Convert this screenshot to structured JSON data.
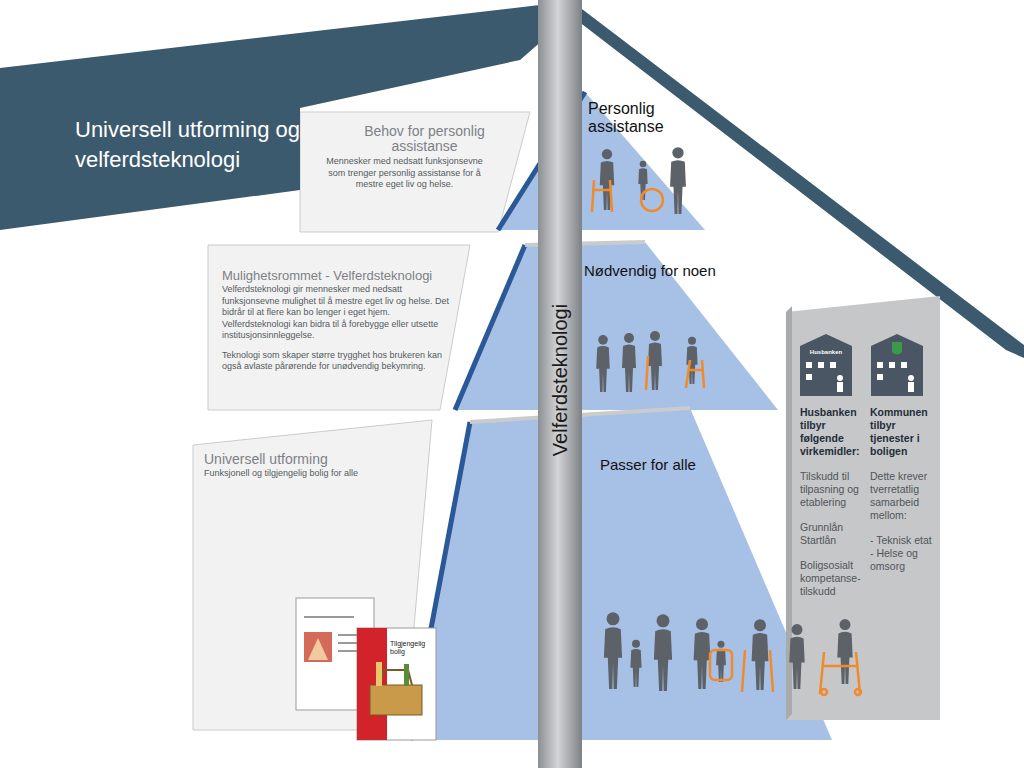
{
  "diagram": {
    "title": "Universell utforming og velferdsteknologi",
    "nodes": [
      {
        "text": [
          "Behov for personlig assistanse",
          "Mennesker med nedsatt funksjonsevne som trenger personlig assistanse for å mestre eget liv og helse."
        ]
      },
      {
        "text": [
          "Mulighetsrommet - Velferdsteknologi",
          "Velferdsteknologi gir mennesker med nedsatt funksjonsevne mulighet til å mestre eget liv og helse. Det bidrår til at flere kan bo lenger i eget hjem. Velferdsteknologi kan bidra til å forebygge eller utsette institusjonsinnleggelse.",
          "Teknologi som skaper større trygghet hos brukeren kan også avlaste pårørende for unødvendig bekymring."
        ]
      },
      {
        "text": [
          "Universell utforming",
          "Funksjonell og tilgjengelig bolig for alle"
        ]
      },
      {
        "text": [
          "Personlig assistanse"
        ]
      },
      {
        "text": [
          "Nødvendig for noen"
        ]
      },
      {
        "text": [
          "Passer for alle"
        ]
      },
      {
        "text": [
          "Velferdsteknologi"
        ]
      },
      {
        "text": [
          "Husbanken tilbyr følgende virkemidler:",
          "Tilskudd til tilpasning og etablering",
          "Grunnlån Startlån",
          "Boligsosialt kompetanse-tilskudd"
        ]
      },
      {
        "text": [
          "Kommunen tilbyr tjenester i boligen",
          "Dette krever tverretatlig samarbeid mellom:",
          "- Teknisk etat - Helse og omsorg"
        ]
      }
    ],
    "labels": [
      "Husbanken",
      "Tilgjengelig bolig"
    ]
  }
}
